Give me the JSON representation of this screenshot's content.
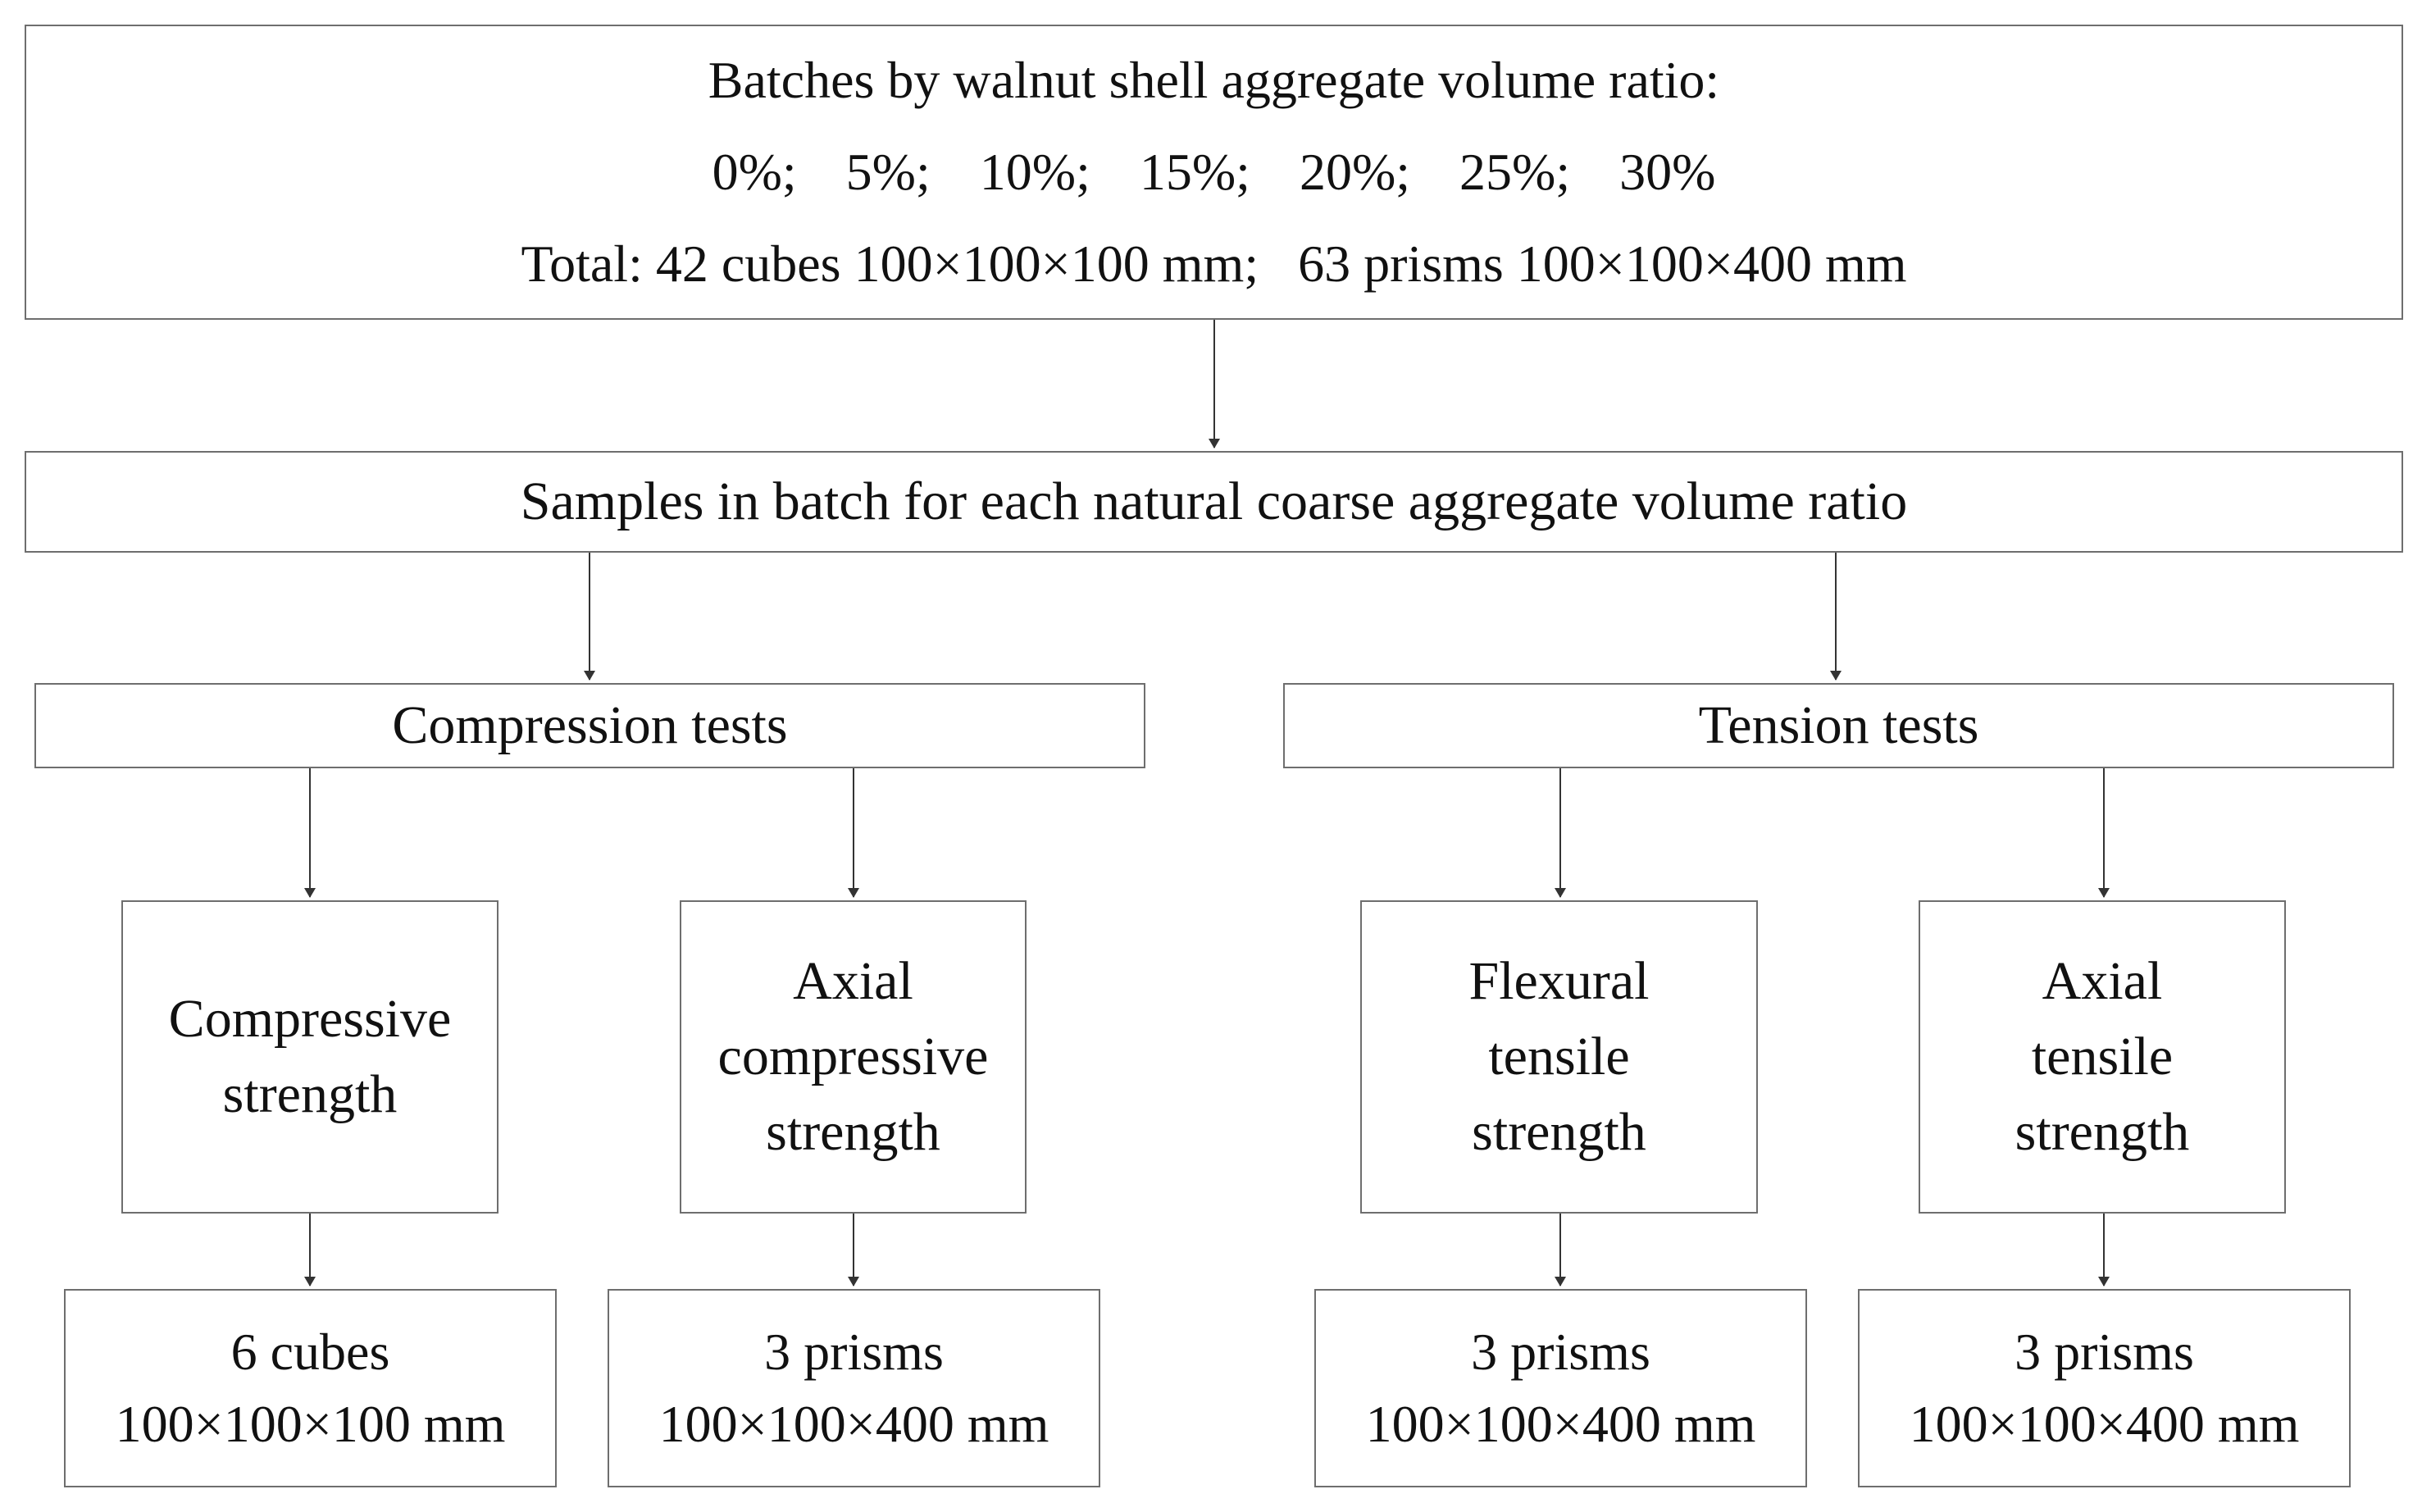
{
  "batches": {
    "title": "Batches by walnut shell aggregate volume ratio:",
    "ratios": "0%;  5%;  10%;  15%;  20%;  25%;  30%",
    "total": "Total: 42 cubes 100×100×100 mm;   63 prisms 100×100×400 mm"
  },
  "samples": {
    "label": "Samples in batch for each natural coarse aggregate volume ratio"
  },
  "compression": {
    "label": "Compression tests",
    "tests": [
      {
        "lines": [
          "Compressive",
          "strength"
        ],
        "specimen": [
          "6 cubes",
          "100×100×100 mm"
        ]
      },
      {
        "lines": [
          "Axial",
          "compressive",
          "strength"
        ],
        "specimen": [
          "3 prisms",
          "100×100×400 mm"
        ]
      }
    ]
  },
  "tension": {
    "label": "Tension tests",
    "tests": [
      {
        "lines": [
          "Flexural",
          "tensile",
          "strength"
        ],
        "specimen": [
          "3 prisms",
          "100×100×400 mm"
        ]
      },
      {
        "lines": [
          "Axial",
          "tensile",
          "strength"
        ],
        "specimen": [
          "3 prisms",
          "100×100×400 mm"
        ]
      }
    ]
  },
  "colors": {
    "border": "#6e6e6e",
    "arrow": "#333333",
    "text": "#111111"
  }
}
